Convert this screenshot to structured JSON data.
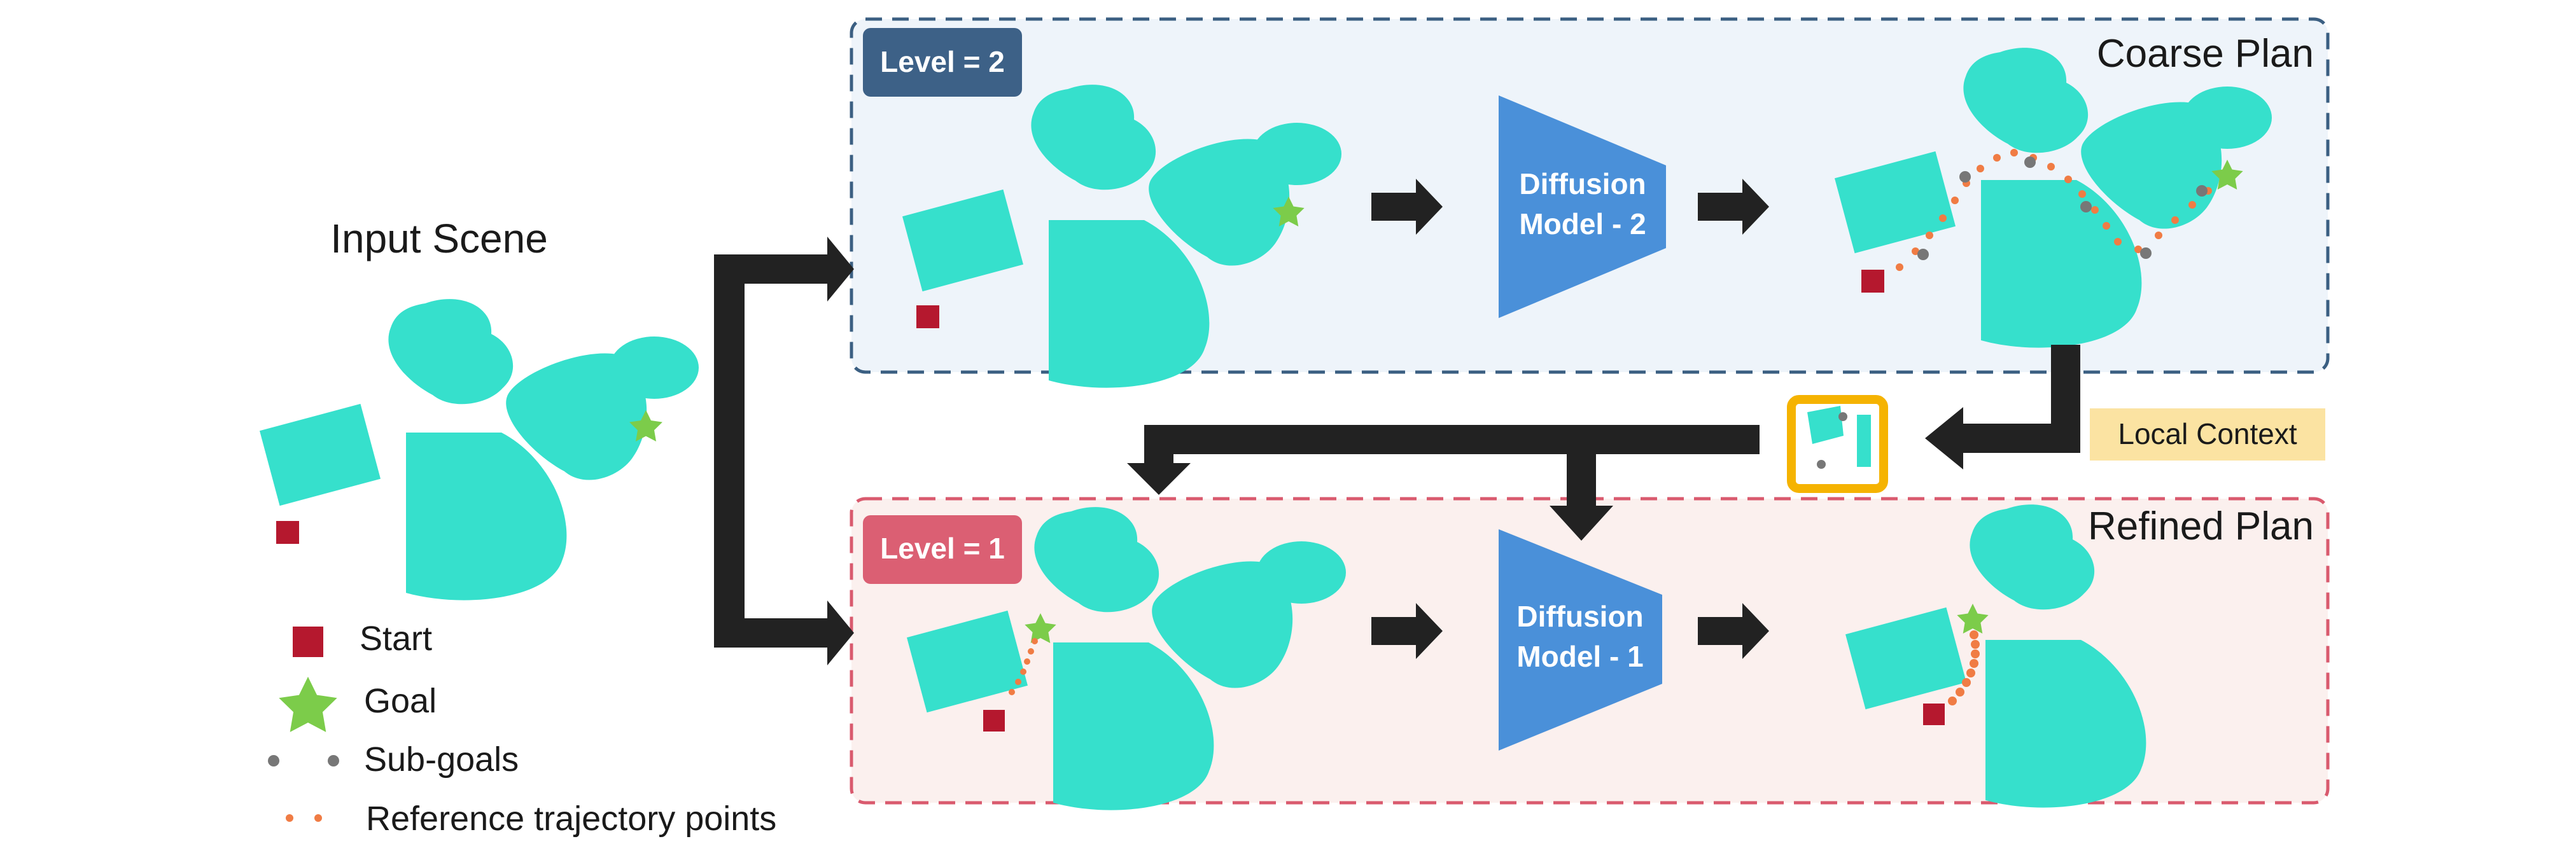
{
  "input_scene": {
    "title": "Input Scene"
  },
  "coarse": {
    "badge": "Level = 2",
    "title": "Coarse  Plan",
    "model_line1": "Diffusion",
    "model_line2": "Model - 2"
  },
  "refined": {
    "badge": "Level = 1",
    "title": "Refined Plan",
    "model_line1": "Diffusion",
    "model_line2": "Model - 1"
  },
  "local_context": {
    "label": "Local Context"
  },
  "legend": {
    "start": "Start",
    "goal": "Goal",
    "subgoals": "Sub-goals",
    "reference": "Reference trajectory points"
  },
  "colors": {
    "obstacle": "#36e0cc",
    "start": "#b5182e",
    "goal": "#7ccc4a",
    "subgoal": "#777777",
    "reference": "#f07c44",
    "model": "#4a90d9",
    "coarse_border": "#3b5f82",
    "coarse_bg": "#eef4fa",
    "coarse_badge": "#3d6187",
    "refined_border": "#d95a6e",
    "refined_bg": "#fbf0ee",
    "refined_badge": "#db5f73",
    "context_bg": "#fbe3a2",
    "context_frame": "#f5b301",
    "arrow": "#222222"
  }
}
